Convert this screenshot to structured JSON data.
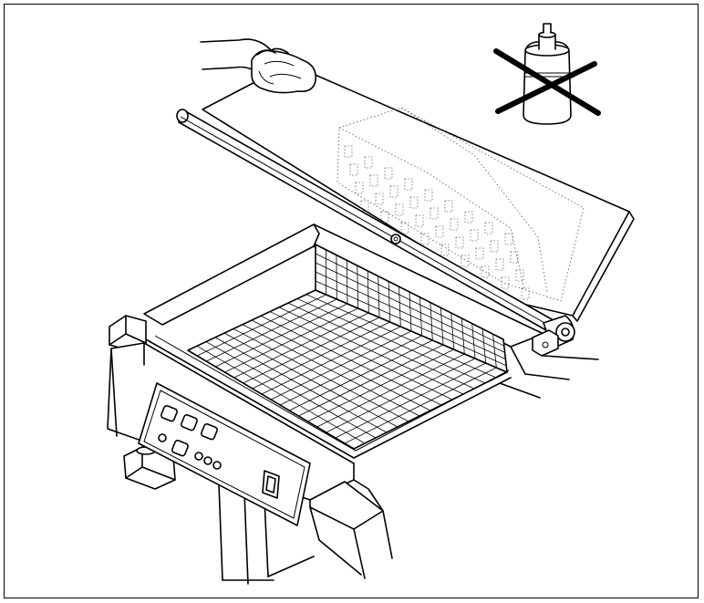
{
  "illustration": {
    "lid_hint_text": "",
    "icons": [
      "hand-wiping-cloth",
      "aerosol-spray-can",
      "prohibited-cross-mark"
    ],
    "colors": {
      "line": "#000000",
      "background": "#ffffff",
      "dotted": "#555555"
    }
  }
}
